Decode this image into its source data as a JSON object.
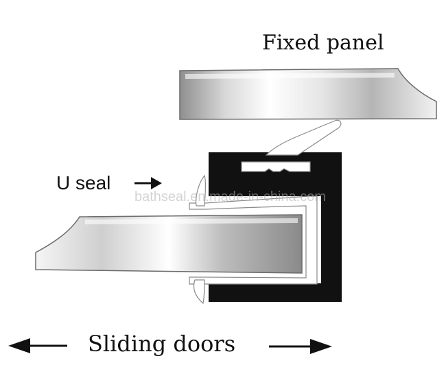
{
  "labels": {
    "fixed_panel": "Fixed panel",
    "u_seal": "U seal",
    "sliding_doors": "Sliding doors",
    "watermark": "bathseal.en.made-in-china.com"
  },
  "colors": {
    "glass_light": "#ffffff",
    "glass_dark": "#9a9a9a",
    "outline": "#6b6b6b",
    "frame": "#111111",
    "seal": "#ffffff",
    "arrow": "#111111",
    "text": "#111111"
  }
}
